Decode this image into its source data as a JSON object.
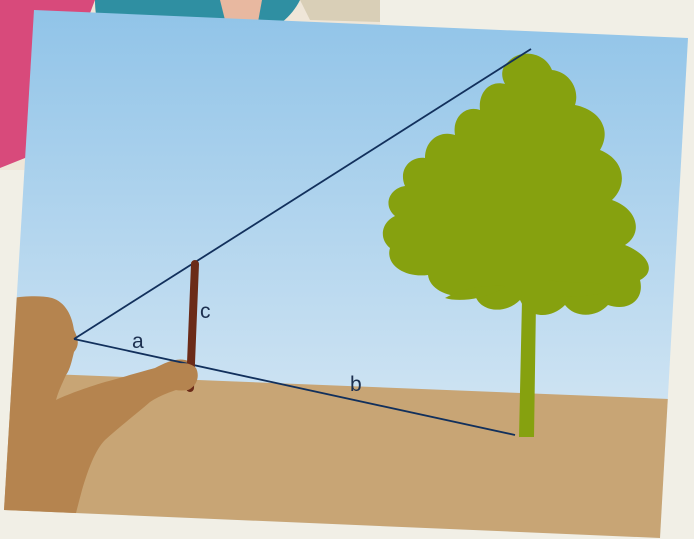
{
  "diagram": {
    "labels": {
      "a": "a",
      "b": "b",
      "c": "c"
    },
    "colors": {
      "sky_top": "#8fc3e8",
      "sky_bottom": "#e3eef6",
      "ground": "#c8a575",
      "person": "#b5844f",
      "stick": "#6b2b18",
      "tree": "#86a10f",
      "lines": "#12305c",
      "background": "#f1efe6",
      "photo_pink": "#d84a7b",
      "photo_teal": "#2f8fa2"
    }
  }
}
